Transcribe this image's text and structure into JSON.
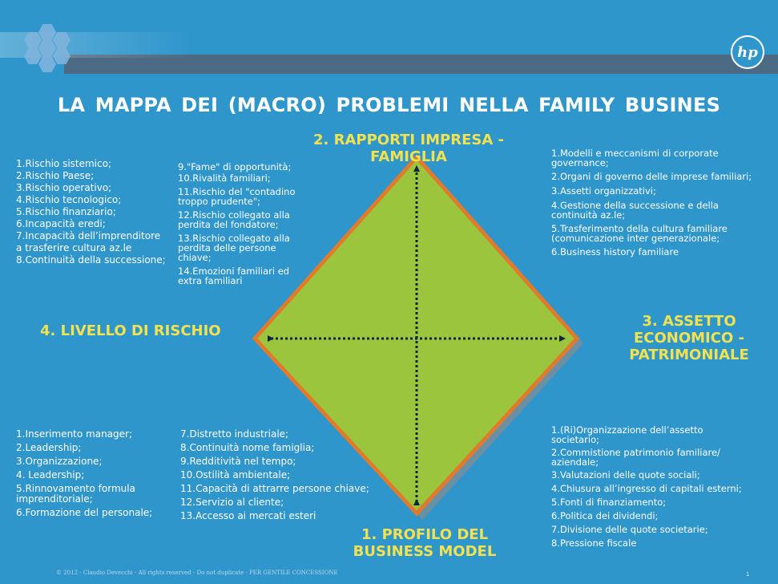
{
  "slide": {
    "logo": "hp",
    "title": "LA MAPPA DEI (MACRO) PROBLEMI NELLA  FAMILY BUSINES",
    "footer": "© 2012 - Claudio Devecchi - All rights reserved - Do not duplicate - PER GENTILE CONCESSIONE",
    "page_number": "1"
  },
  "icons": [
    "hexagon-cluster-logo",
    "hp-logo"
  ],
  "colors": {
    "background": "#2f96cc",
    "banner": "#4d6a84",
    "category_text": "#f3e24f",
    "diamond_fill": "#9bc53d",
    "diamond_border": "#e27a2b",
    "arrows": "#0d2540"
  },
  "categories": {
    "top": {
      "line1": "2. RAPPORTI  IMPRESA -",
      "line2": "FAMIGLIA"
    },
    "left": "4. LIVELLO DI RISCHIO",
    "right": {
      "line1": "3. ASSETTO",
      "line2": "ECONOMICO -",
      "line3": "PATRIMONIALE"
    },
    "bottom": {
      "line1": "1. PROFILO DEL",
      "line2": "BUSINESS MODEL"
    }
  },
  "lists": {
    "top_left_a": [
      "1.Rischio sistemico;",
      "2.Rischio Paese;",
      " 3.Rischio operativo;",
      " 4.Rischio tecnologico;",
      "5.Rischio finanziario;",
      " 6.Incapacità eredi;",
      " 7.Incapacità dell’imprenditore",
      "a trasferire cultura az.le",
      "8.Continuità della successione;"
    ],
    "top_left_b": [
      " 9.\"Fame\" di opportunità;",
      "10.Rivalità familiari;",
      "11.Rischio del \"contadino troppo prudente\";",
      "12.Rischio collegato alla perdita del fondatore;",
      "13.Rischio collegato alla perdita delle persone chiave;",
      " 14.Emozioni familiari ed extra familiari"
    ],
    "top_right": [
      "1.Modelli e meccanismi di corporate governance;",
      "2.Organi di governo delle imprese familiari;",
      "3.Assetti organizzativi;",
      "4.Gestione della successione e della continuità az.le;",
      "5.Trasferimento della cultura familiare (comunicazione inter generazionale;",
      "6.Business history familiare"
    ],
    "bottom_left_a": [
      "1.Inserimento manager;",
      "2.Leadership;",
      "3.Organizzazione;",
      "4. Leadership;",
      " 5.Rinnovamento formula imprenditoriale;",
      " 6.Formazione del personale;"
    ],
    "bottom_left_b": [
      "7.Distretto industriale;",
      " 8.Continuità nome famiglia;",
      "9.Redditività nel tempo;",
      "10.Ostilità ambientale;",
      "11.Capacità di attrarre persone chiave;",
      "12.Servizio al cliente;",
      "13.Accesso ai mercati esteri"
    ],
    "bottom_right": [
      "1.(Ri)Organizzazione dell’assetto societario;",
      "2.Commistione patrimonio familiare/ aziendale;",
      "3.Valutazioni delle quote sociali;",
      "4.Chiusura all’ingresso di capitali esterni;",
      "5.Fonti di finanziamento;",
      "6.Politica dei dividendi;",
      "7.Divisione delle quote societarie;",
      "8.Pressione fiscale"
    ]
  }
}
